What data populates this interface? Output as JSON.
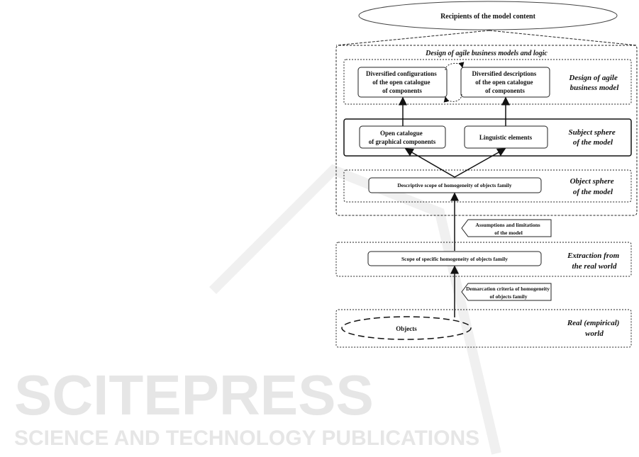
{
  "watermark": {
    "line1": "SCITEPRESS",
    "line2": "SCIENCE AND TECHNOLOGY PUBLICATIONS"
  },
  "recipients": "Recipients of the model content",
  "outer_title": "Design of agile business models and logic",
  "design_layer": {
    "label": [
      "Design of agile",
      "business model"
    ],
    "box_configurations": [
      "Diversified configurations",
      "of the open catalogue",
      "of components"
    ],
    "box_descriptions": [
      "Diversified descriptions",
      "of the open catalogue",
      "of components"
    ]
  },
  "subject_layer": {
    "label": [
      "Subject sphere",
      "of the model"
    ],
    "box_catalogue": [
      "Open catalogue",
      "of graphical components"
    ],
    "box_linguistic": "Linguistic elements"
  },
  "object_layer": {
    "label": [
      "Object sphere",
      "of the model"
    ],
    "box": "Descriptive scope of homogeneity of objects family"
  },
  "callout_assumptions": [
    "Assumptions and limitations",
    "of the model"
  ],
  "extraction_layer": {
    "label": [
      "Extraction from",
      "the real world"
    ],
    "box": "Scope of specific homogeneity of objects family"
  },
  "callout_demarcation": [
    "Demarcation criteria of homogeneity",
    "of objects family"
  ],
  "real_layer": {
    "label": [
      "Real (empirical)",
      "world"
    ],
    "objects": "Objects"
  }
}
